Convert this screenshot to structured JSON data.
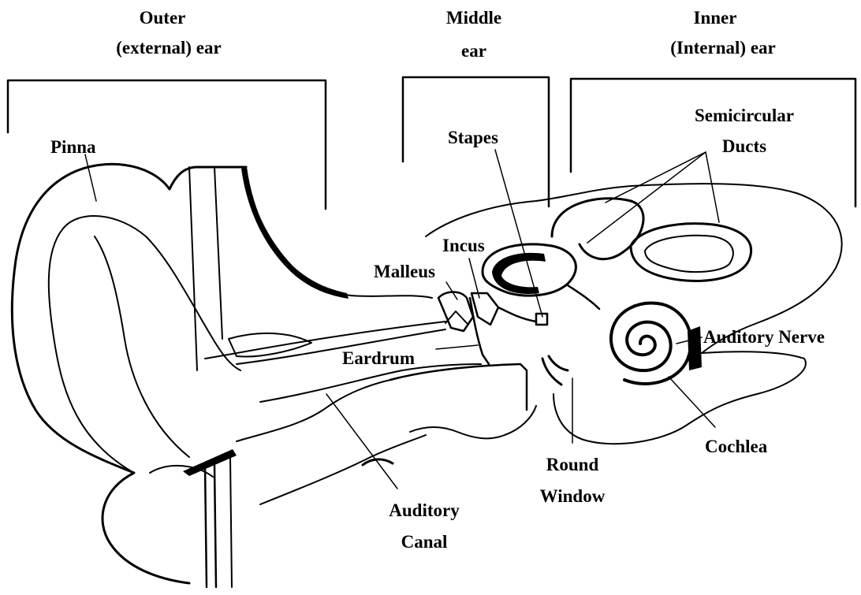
{
  "sections": {
    "outer": {
      "line1": "Outer",
      "line2": "(external) ear"
    },
    "middle": {
      "line1": "Middle",
      "line2": "ear"
    },
    "inner": {
      "line1": "Inner",
      "line2": "(Internal) ear"
    }
  },
  "labels": {
    "pinna": "Pinna",
    "stapes": "Stapes",
    "semicircular_line1": "Semicircular",
    "semicircular_line2": "Ducts",
    "incus": "Incus",
    "malleus": "Malleus",
    "eardrum": "Eardrum",
    "auditory_nerve": "Auditory Nerve",
    "cochlea": "Cochlea",
    "round_window_line1": "Round",
    "round_window_line2": "Window",
    "auditory_canal_line1": "Auditory",
    "auditory_canal_line2": "Canal"
  }
}
